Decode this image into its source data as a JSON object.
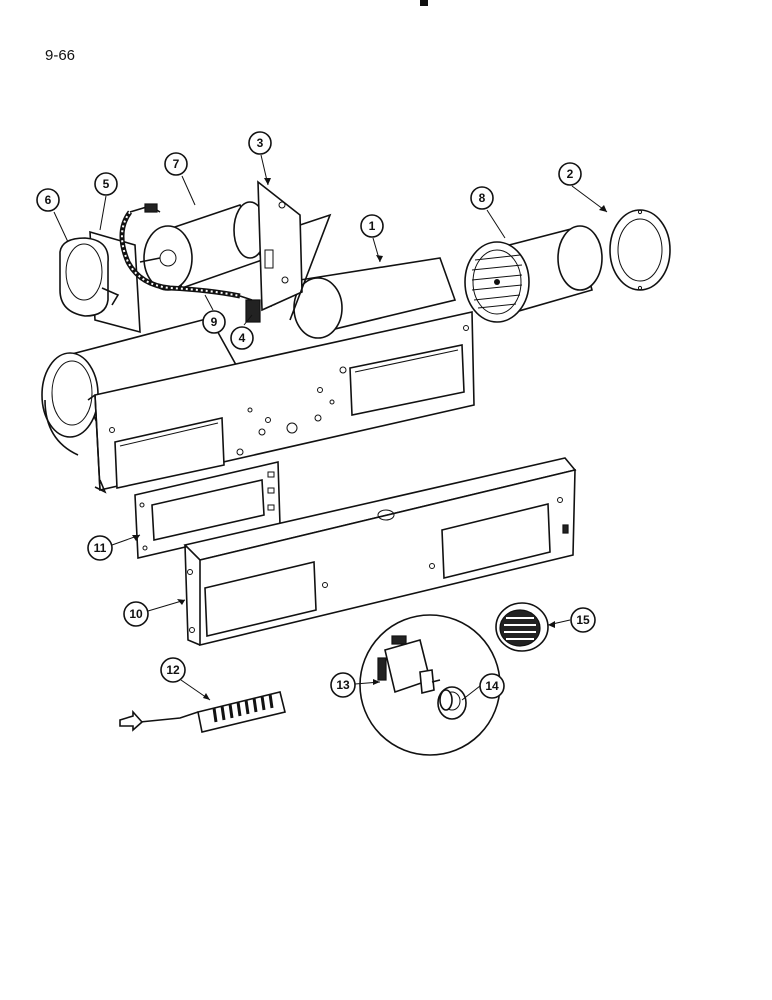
{
  "page_number": "9-66",
  "callouts": [
    {
      "id": "1",
      "label": "1"
    },
    {
      "id": "2",
      "label": "2"
    },
    {
      "id": "3",
      "label": "3"
    },
    {
      "id": "4",
      "label": "4"
    },
    {
      "id": "5",
      "label": "5"
    },
    {
      "id": "6",
      "label": "6"
    },
    {
      "id": "7",
      "label": "7"
    },
    {
      "id": "8",
      "label": "8"
    },
    {
      "id": "9",
      "label": "9"
    },
    {
      "id": "10",
      "label": "10"
    },
    {
      "id": "11",
      "label": "11"
    },
    {
      "id": "12",
      "label": "12"
    },
    {
      "id": "13",
      "label": "13"
    },
    {
      "id": "14",
      "label": "14"
    },
    {
      "id": "15",
      "label": "15"
    }
  ]
}
